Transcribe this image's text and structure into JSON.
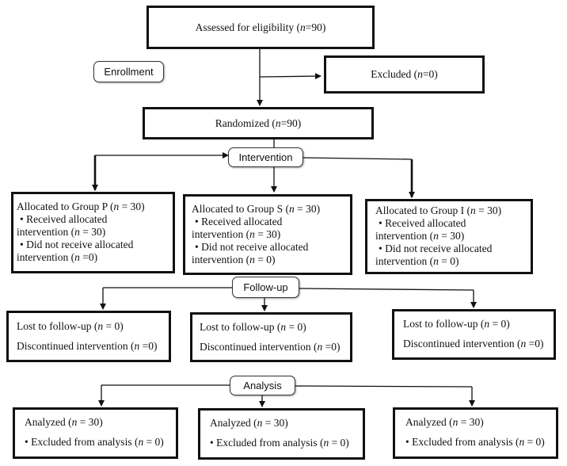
{
  "stages": {
    "enrollment": "Enrollment",
    "intervention": "Intervention",
    "followup": "Follow-up",
    "analysis": "Analysis"
  },
  "assessed": {
    "pre": "Assessed for eligibility (",
    "n": "n",
    "post": "=90)"
  },
  "excluded": {
    "pre": "Excluded (",
    "n": "n",
    "post": "=0)"
  },
  "randomized": {
    "pre": "Randomized (",
    "n": "n",
    "post": "=90)"
  },
  "allocation": [
    {
      "title_pre": "Allocated to Group P  (",
      "title_n": "n",
      "title_post": " = 30)",
      "received": "• Received allocated",
      "received_2_pre": "intervention (",
      "received_2_n": "n",
      "received_2_post": " = 30)",
      "not_received": "• Did not receive allocated",
      "not_received_2_pre": "intervention (",
      "not_received_2_n": "n",
      "not_received_2_post": " =0)"
    },
    {
      "title_pre": "Allocated to Group S (",
      "title_n": "n",
      "title_post": " = 30)",
      "received": "• Received allocated",
      "received_2_pre": "intervention (",
      "received_2_n": "n",
      "received_2_post": " = 30)",
      "not_received": "• Did not receive allocated",
      "not_received_2_pre": "intervention (",
      "not_received_2_n": "n",
      "not_received_2_post": " = 0)"
    },
    {
      "title_pre": "Allocated to Group I (",
      "title_n": "n",
      "title_post": " = 30)",
      "received": "• Received allocated",
      "received_2_pre": "intervention (",
      "received_2_n": "n",
      "received_2_post": " = 30)",
      "not_received": "• Did not receive allocated",
      "not_received_2_pre": "intervention (",
      "not_received_2_n": "n",
      "not_received_2_post": " = 0)"
    }
  ],
  "followup": [
    {
      "lost_pre": "Lost to follow-up (",
      "lost_n": "n",
      "lost_post": " = 0)",
      "disc_pre": "Discontinued intervention (",
      "disc_n": "n",
      "disc_post": " =0)"
    },
    {
      "lost_pre": "Lost to follow-up (",
      "lost_n": "n",
      "lost_post": " = 0)",
      "disc_pre": "Discontinued intervention (",
      "disc_n": "n",
      "disc_post": " =0)"
    },
    {
      "lost_pre": "Lost to follow-up (",
      "lost_n": "n",
      "lost_post": " = 0)",
      "disc_pre": "Discontinued intervention (",
      "disc_n": "n",
      "disc_post": " =0)"
    }
  ],
  "analysis": [
    {
      "an_pre": "Analyzed (",
      "an_n": "n",
      "an_post": " = 30)",
      "ex_pre": "• Excluded from analysis (",
      "ex_n": "n",
      "ex_post": " = 0)"
    },
    {
      "an_pre": "Analyzed (",
      "an_n": "n",
      "an_post": " = 30)",
      "ex_pre": "• Excluded from analysis (",
      "ex_n": "n",
      "ex_post": " = 0)"
    },
    {
      "an_pre": "Analyzed (",
      "an_n": "n",
      "an_post": " = 30)",
      "ex_pre": "• Excluded from analysis (",
      "ex_n": "n",
      "ex_post": " = 0)"
    }
  ]
}
